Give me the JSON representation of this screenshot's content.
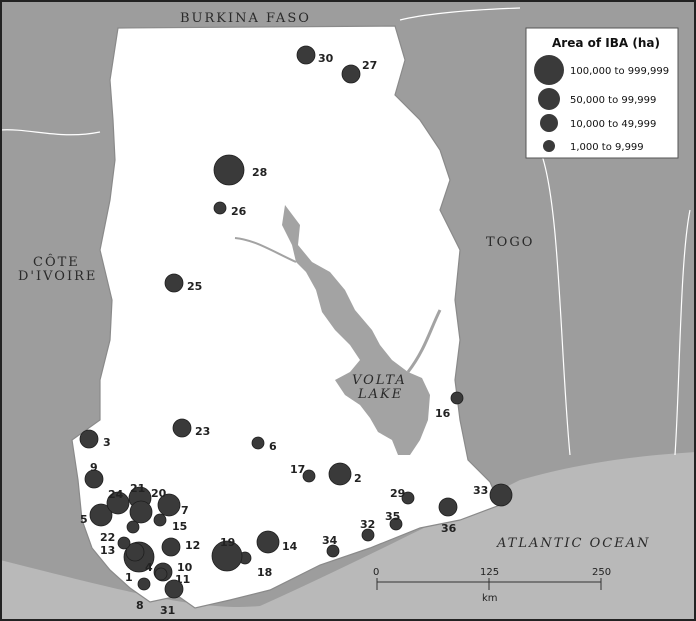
{
  "labels": {
    "burkina": "BURKINA FASO",
    "togo": "TOGO",
    "cote_line1": "CÔTE",
    "cote_line2": "D'IVOIRE",
    "lake_line1": "VOLTA",
    "lake_line2": "LAKE",
    "ocean": "ATLANTIC OCEAN"
  },
  "legend": {
    "title": "Area of IBA (ha)",
    "classes": [
      {
        "label": "100,000 to 999,999",
        "size": "xl"
      },
      {
        "label": "50,000 to 99,999",
        "size": "l"
      },
      {
        "label": "10,000 to 49,999",
        "size": "m"
      },
      {
        "label": "1,000 to 9,999",
        "size": "s"
      }
    ]
  },
  "scale": {
    "ticks": [
      "0",
      "125",
      "250"
    ],
    "unit": "km"
  },
  "sites": [
    {
      "n": "1",
      "size": "xl"
    },
    {
      "n": "2",
      "size": "l"
    },
    {
      "n": "3",
      "size": "m"
    },
    {
      "n": "4",
      "size": "m"
    },
    {
      "n": "5",
      "size": "l"
    },
    {
      "n": "6",
      "size": "s"
    },
    {
      "n": "7",
      "size": "l"
    },
    {
      "n": "8",
      "size": "s"
    },
    {
      "n": "9",
      "size": "m"
    },
    {
      "n": "10",
      "size": "m"
    },
    {
      "n": "11",
      "size": "s"
    },
    {
      "n": "12",
      "size": "m"
    },
    {
      "n": "13",
      "size": "s"
    },
    {
      "n": "14",
      "size": "l"
    },
    {
      "n": "15",
      "size": "s"
    },
    {
      "n": "16",
      "size": "s"
    },
    {
      "n": "17",
      "size": "s"
    },
    {
      "n": "18",
      "size": "s"
    },
    {
      "n": "19",
      "size": "xl"
    },
    {
      "n": "20",
      "size": "l"
    },
    {
      "n": "21",
      "size": "l"
    },
    {
      "n": "22",
      "size": "s"
    },
    {
      "n": "23",
      "size": "m"
    },
    {
      "n": "24",
      "size": "l"
    },
    {
      "n": "25",
      "size": "m"
    },
    {
      "n": "26",
      "size": "s"
    },
    {
      "n": "27",
      "size": "m"
    },
    {
      "n": "28",
      "size": "xl"
    },
    {
      "n": "29",
      "size": "s"
    },
    {
      "n": "30",
      "size": "m"
    },
    {
      "n": "31",
      "size": "m"
    },
    {
      "n": "32",
      "size": "s"
    },
    {
      "n": "33",
      "size": "l"
    },
    {
      "n": "34",
      "size": "s"
    },
    {
      "n": "35",
      "size": "s"
    },
    {
      "n": "36",
      "size": "m"
    }
  ],
  "colors": {
    "land_ghana": "#ffffff",
    "neighbours": "#9d9d9d",
    "sea": "#b9b9b9",
    "marker": "#3a3a3a",
    "lake": "#a3a3a3"
  }
}
